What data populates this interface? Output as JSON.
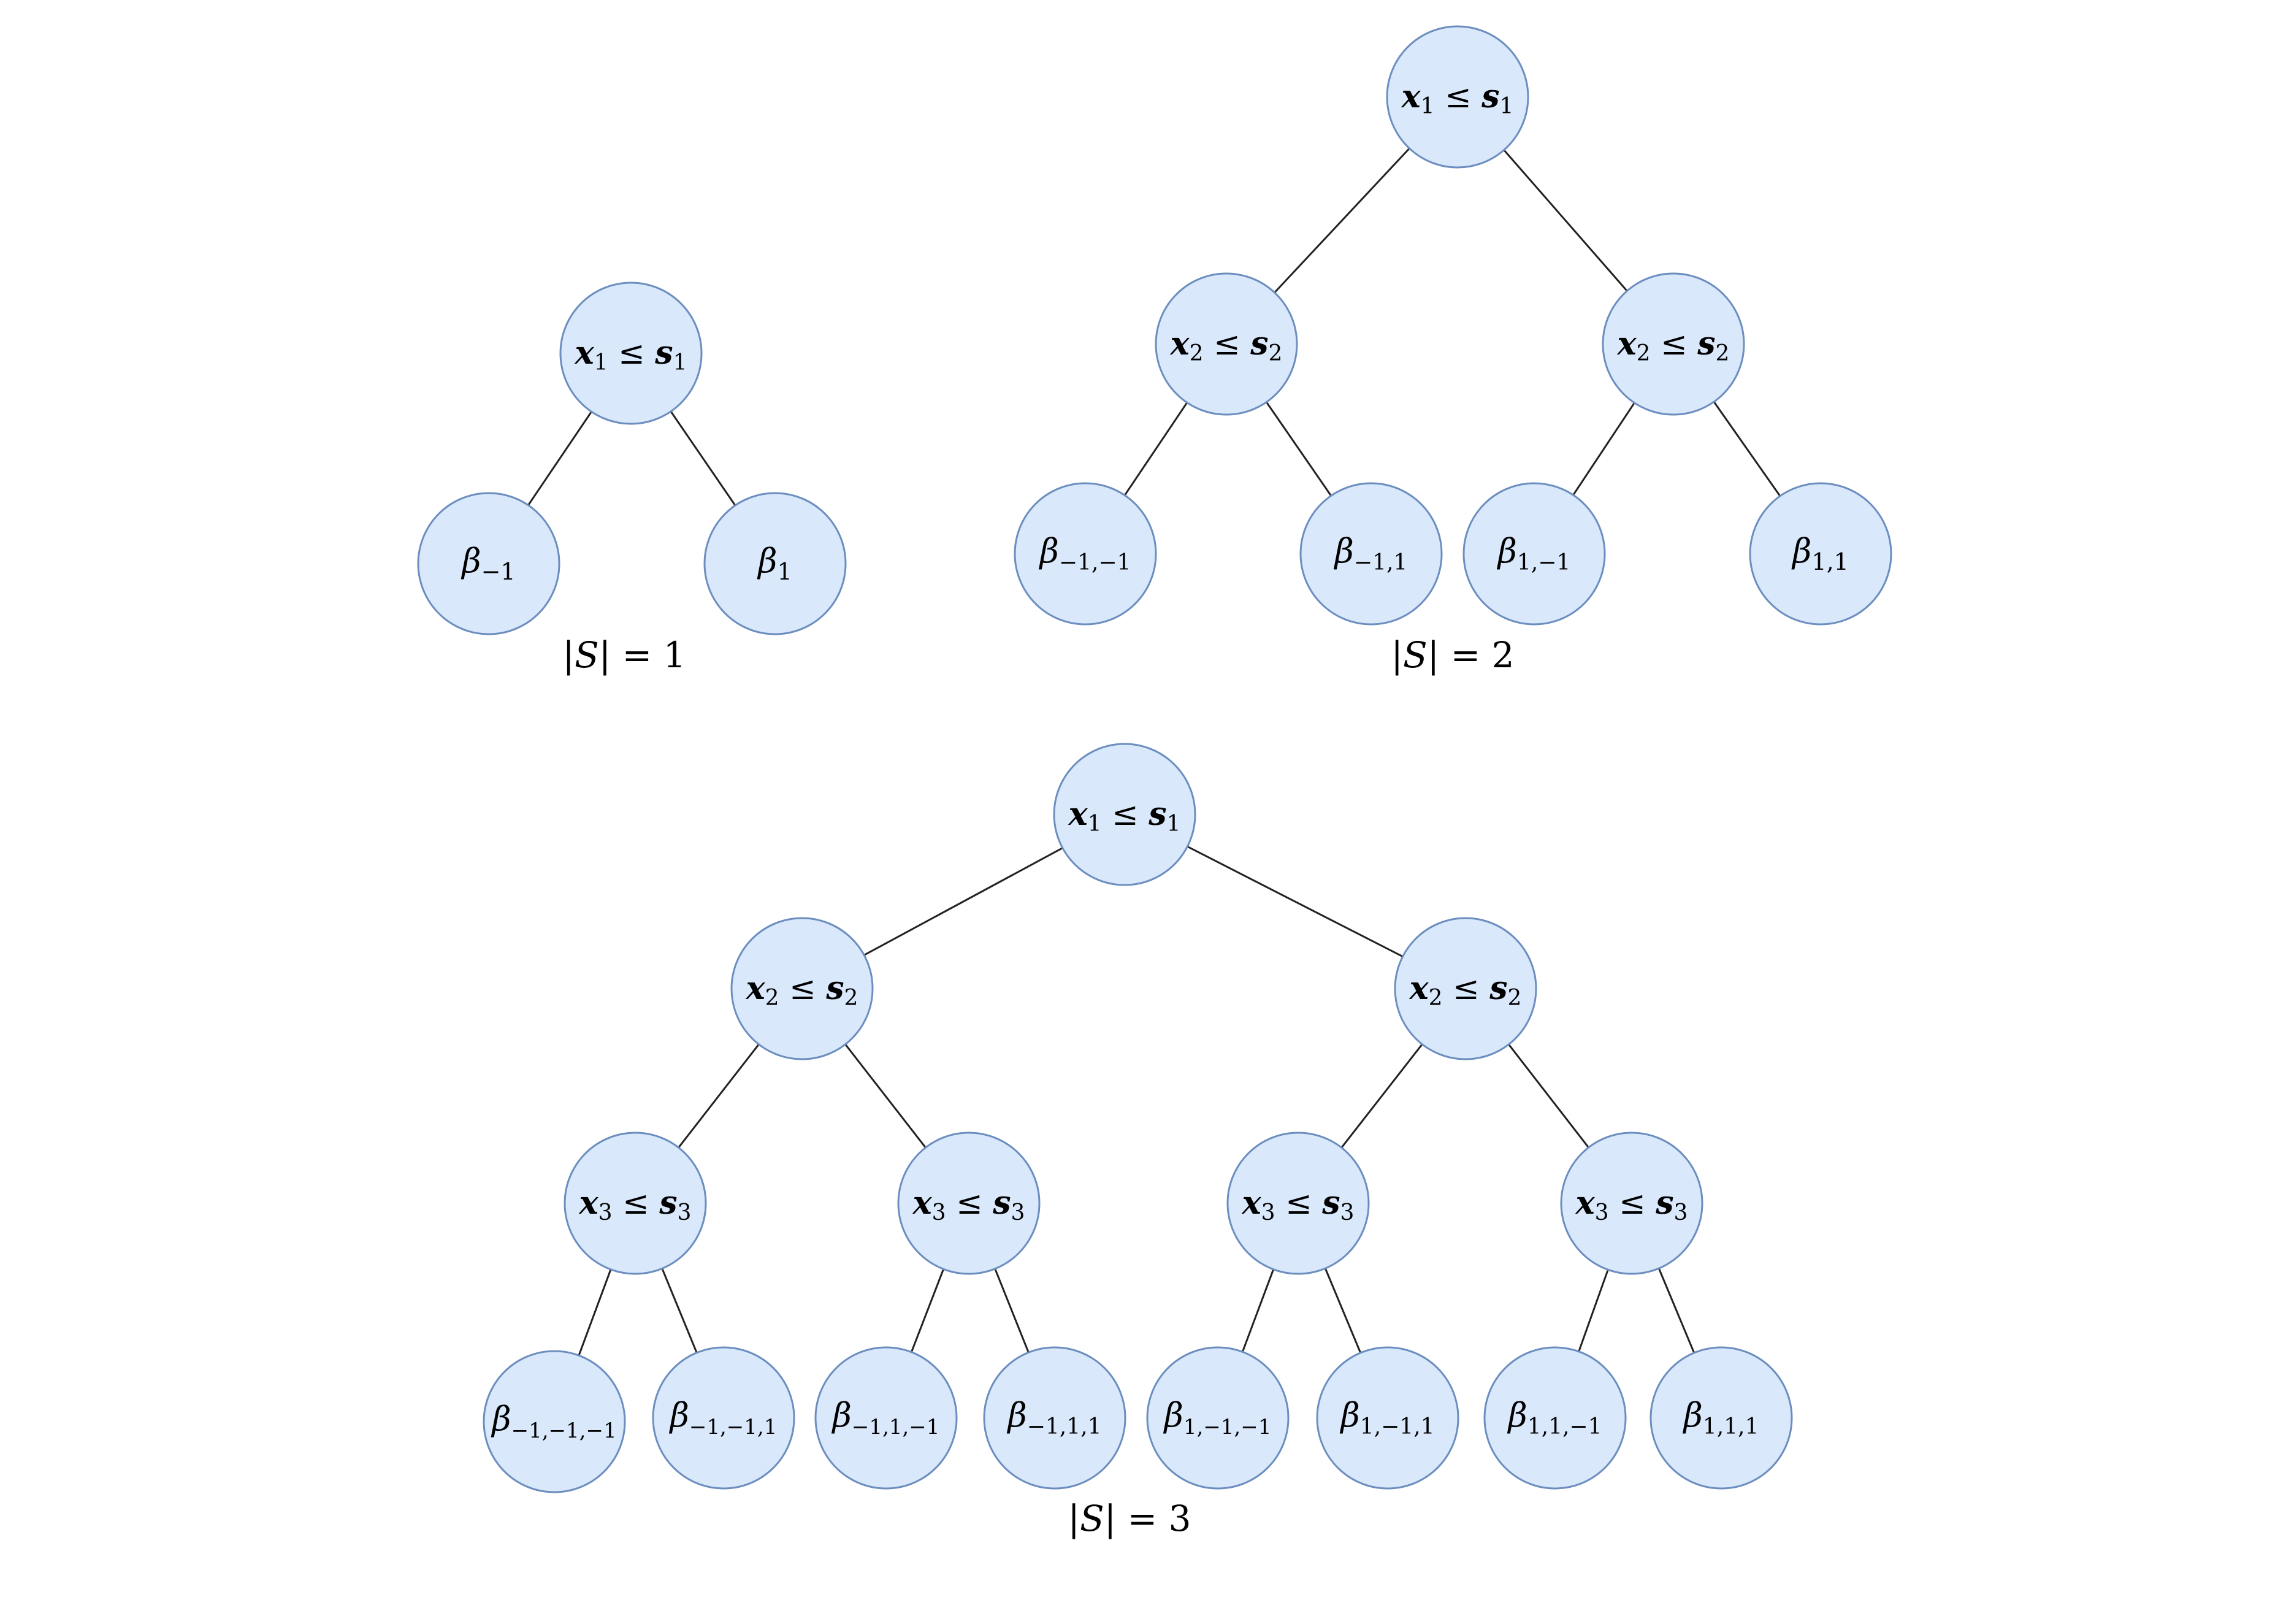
{
  "trees": [
    {
      "caption": {
        "prefix": "|",
        "var": "S",
        "suffix": "| = 1"
      },
      "nodes": [
        {
          "kind": "cond",
          "var": "x",
          "idx": "1",
          "op": "≤",
          "thr": "s",
          "thr_idx": "1"
        },
        {
          "kind": "leaf",
          "sym": "β",
          "sub": "−1"
        },
        {
          "kind": "leaf",
          "sym": "β",
          "sub": "1"
        }
      ]
    },
    {
      "caption": {
        "prefix": "|",
        "var": "S",
        "suffix": "| = 2"
      },
      "nodes": [
        {
          "kind": "cond",
          "var": "x",
          "idx": "1",
          "op": "≤",
          "thr": "s",
          "thr_idx": "1"
        },
        {
          "kind": "cond",
          "var": "x",
          "idx": "2",
          "op": "≤",
          "thr": "s",
          "thr_idx": "2"
        },
        {
          "kind": "cond",
          "var": "x",
          "idx": "2",
          "op": "≤",
          "thr": "s",
          "thr_idx": "2"
        },
        {
          "kind": "leaf",
          "sym": "β",
          "sub": "−1,−1"
        },
        {
          "kind": "leaf",
          "sym": "β",
          "sub": "−1,1"
        },
        {
          "kind": "leaf",
          "sym": "β",
          "sub": "1,−1"
        },
        {
          "kind": "leaf",
          "sym": "β",
          "sub": "1,1"
        }
      ]
    },
    {
      "caption": {
        "prefix": "|",
        "var": "S",
        "suffix": "| = 3"
      },
      "nodes": [
        {
          "kind": "cond",
          "var": "x",
          "idx": "1",
          "op": "≤",
          "thr": "s",
          "thr_idx": "1"
        },
        {
          "kind": "cond",
          "var": "x",
          "idx": "2",
          "op": "≤",
          "thr": "s",
          "thr_idx": "2"
        },
        {
          "kind": "cond",
          "var": "x",
          "idx": "2",
          "op": "≤",
          "thr": "s",
          "thr_idx": "2"
        },
        {
          "kind": "cond",
          "var": "x",
          "idx": "3",
          "op": "≤",
          "thr": "s",
          "thr_idx": "3"
        },
        {
          "kind": "cond",
          "var": "x",
          "idx": "3",
          "op": "≤",
          "thr": "s",
          "thr_idx": "3"
        },
        {
          "kind": "cond",
          "var": "x",
          "idx": "3",
          "op": "≤",
          "thr": "s",
          "thr_idx": "3"
        },
        {
          "kind": "cond",
          "var": "x",
          "idx": "3",
          "op": "≤",
          "thr": "s",
          "thr_idx": "3"
        },
        {
          "kind": "leaf",
          "sym": "β",
          "sub": "−1,−1,−1"
        },
        {
          "kind": "leaf",
          "sym": "β",
          "sub": "−1,−1,1"
        },
        {
          "kind": "leaf",
          "sym": "β",
          "sub": "−1,1,−1"
        },
        {
          "kind": "leaf",
          "sym": "β",
          "sub": "−1,1,1"
        },
        {
          "kind": "leaf",
          "sym": "β",
          "sub": "1,−1,−1"
        },
        {
          "kind": "leaf",
          "sym": "β",
          "sub": "1,−1,1"
        },
        {
          "kind": "leaf",
          "sym": "β",
          "sub": "1,1,−1"
        },
        {
          "kind": "leaf",
          "sym": "β",
          "sub": "1,1,1"
        }
      ]
    }
  ],
  "colors": {
    "node_fill": "#dae8fc",
    "node_stroke": "#6c8ebf",
    "edge": "#222222",
    "text": "#000000"
  }
}
